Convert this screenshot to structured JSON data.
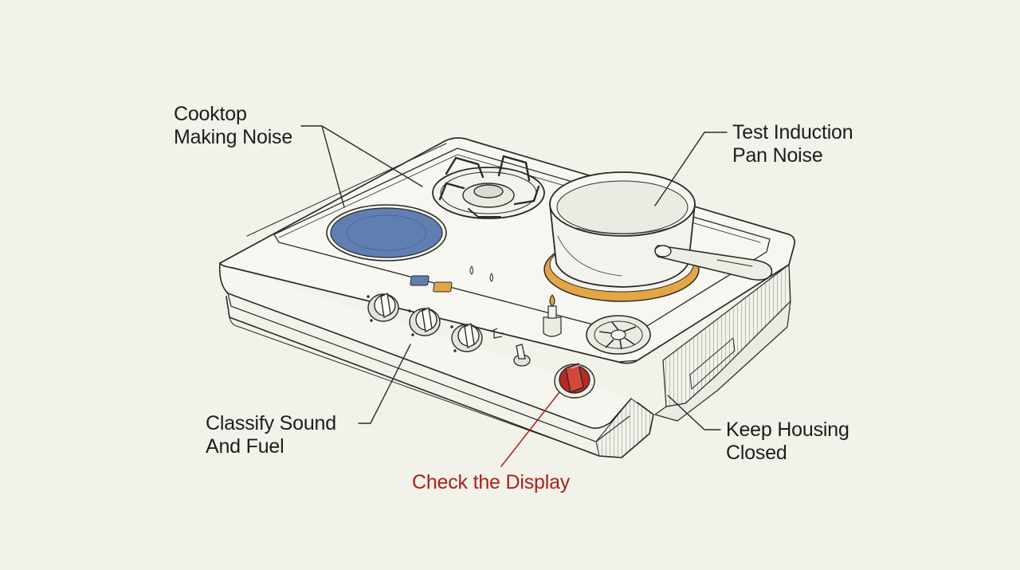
{
  "labels": {
    "cooktop_noise": {
      "line1": "Cooktop",
      "line2": "Making Noise"
    },
    "induction_pan": {
      "line1": "Test Induction",
      "line2": "Pan Noise"
    },
    "classify": {
      "line1": "Classify Sound",
      "line2": "And Fuel"
    },
    "housing": {
      "line1": "Keep Housing",
      "line2": "Closed"
    },
    "display": {
      "text": "Check the Display"
    }
  },
  "colors": {
    "background": "#f2f1ea",
    "ink": "#2a2a28",
    "electric_burner": "#5f7fb1",
    "induction_ring": "#e3a546",
    "red_knob": "#b92b22",
    "display_label": "#a8221b"
  },
  "icons": [
    "gas-grate-icon",
    "electric-burner-icon",
    "induction-ring-icon",
    "saucepan-icon",
    "control-knob-icon",
    "red-knob-icon",
    "fan-vent-icon",
    "toggle-switch-icon",
    "igniter-icon"
  ]
}
